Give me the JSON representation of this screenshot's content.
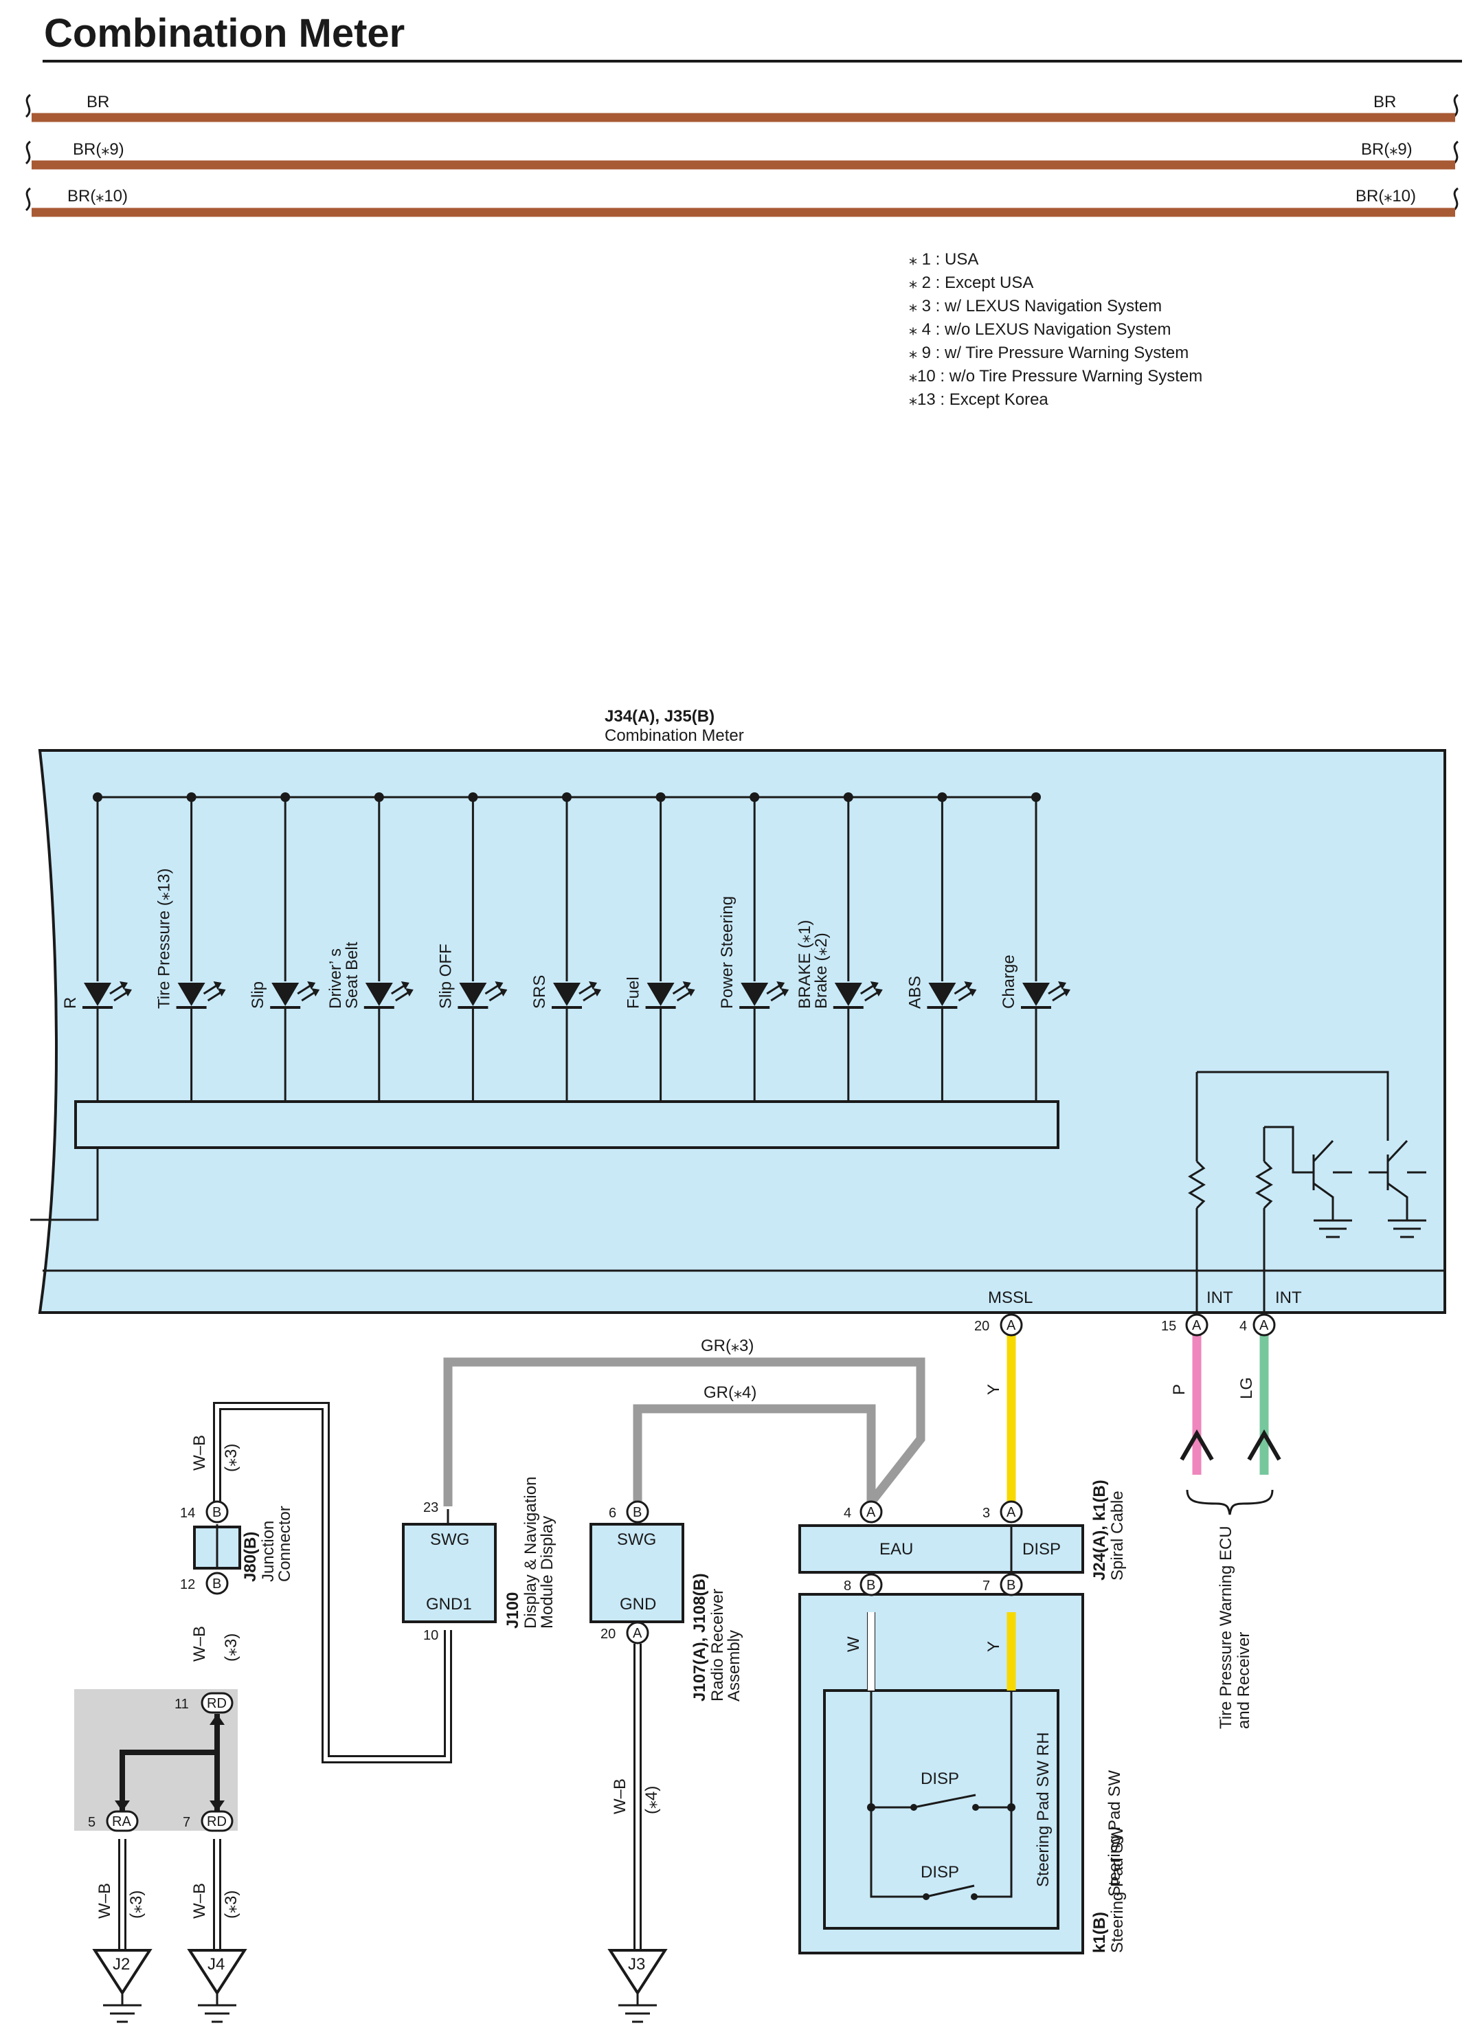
{
  "title": "Combination Meter",
  "wires": {
    "br": "BR",
    "br9": "BR(⁎9)",
    "br10": "BR(⁎10)",
    "gr3": "GR(⁎3)",
    "gr4": "GR(⁎4)",
    "y": "Y",
    "p": "P",
    "lg": "LG",
    "w": "W",
    "wb": "W–B"
  },
  "notes": [
    "⁎ 1 : USA",
    "⁎ 2 : Except USA",
    "⁎ 3 : w/ LEXUS Navigation System",
    "⁎ 4 : w/o LEXUS Navigation System",
    "⁎ 9 : w/ Tire Pressure Warning System",
    "⁎10 : w/o Tire Pressure Warning System",
    "⁎13 : Except Korea"
  ],
  "meter": {
    "code": "J34(A), J35(B)",
    "name": "Combination Meter",
    "indicators": [
      {
        "l1": "R",
        "l2": ""
      },
      {
        "l1": "Tire Pressure (⁎13)",
        "l2": ""
      },
      {
        "l1": "Slip",
        "l2": ""
      },
      {
        "l1": "Driver’ s",
        "l2": "Seat Belt"
      },
      {
        "l1": "Slip OFF",
        "l2": ""
      },
      {
        "l1": "SRS",
        "l2": ""
      },
      {
        "l1": "Fuel",
        "l2": ""
      },
      {
        "l1": "Power Steering",
        "l2": ""
      },
      {
        "l1": "BRAKE (⁎1)",
        "l2": "Brake (⁎2)"
      },
      {
        "l1": "ABS",
        "l2": ""
      },
      {
        "l1": "Charge",
        "l2": ""
      }
    ],
    "mssl": "MSSL",
    "int": "INT"
  },
  "pins": {
    "m20": "20",
    "m15": "15",
    "m4": "4",
    "A": "A",
    "B": "B",
    "j14": "14",
    "j12": "12",
    "r11": "11",
    "r5": "5",
    "r7": "7",
    "RD": "RD",
    "RA": "RA",
    "d23": "23",
    "d10": "10",
    "rr6": "6",
    "rr20": "20",
    "s4": "4",
    "s3": "3",
    "s8": "8",
    "s7": "7"
  },
  "junction": {
    "code": "J80(B)",
    "name1": "Junction",
    "name2": "Connector"
  },
  "display": {
    "code": "J100",
    "name1": "Display & Navigation",
    "name2": "Module Display",
    "swg": "SWG",
    "gnd1": "GND1"
  },
  "radio": {
    "code": "J107(A), J108(B)",
    "name1": "Radio Receiver",
    "name2": "Assembly",
    "swg": "SWG",
    "gnd": "GND"
  },
  "spiral": {
    "code": "J24(A), k1(B)",
    "name": "Spiral Cable",
    "eau": "EAU",
    "disp": "DISP"
  },
  "pad": {
    "code": "k1(B)",
    "name": "Steering Pad SW",
    "rh": "Steering Pad SW RH",
    "disp": "DISP"
  },
  "tpw": {
    "name1": "Tire Pressure Warning ECU",
    "name2": "and Receiver"
  },
  "grounds": {
    "j2": "J2",
    "j4": "J4",
    "j3": "J3"
  },
  "cond3": "(⁎3)",
  "cond4": "(⁎4)"
}
